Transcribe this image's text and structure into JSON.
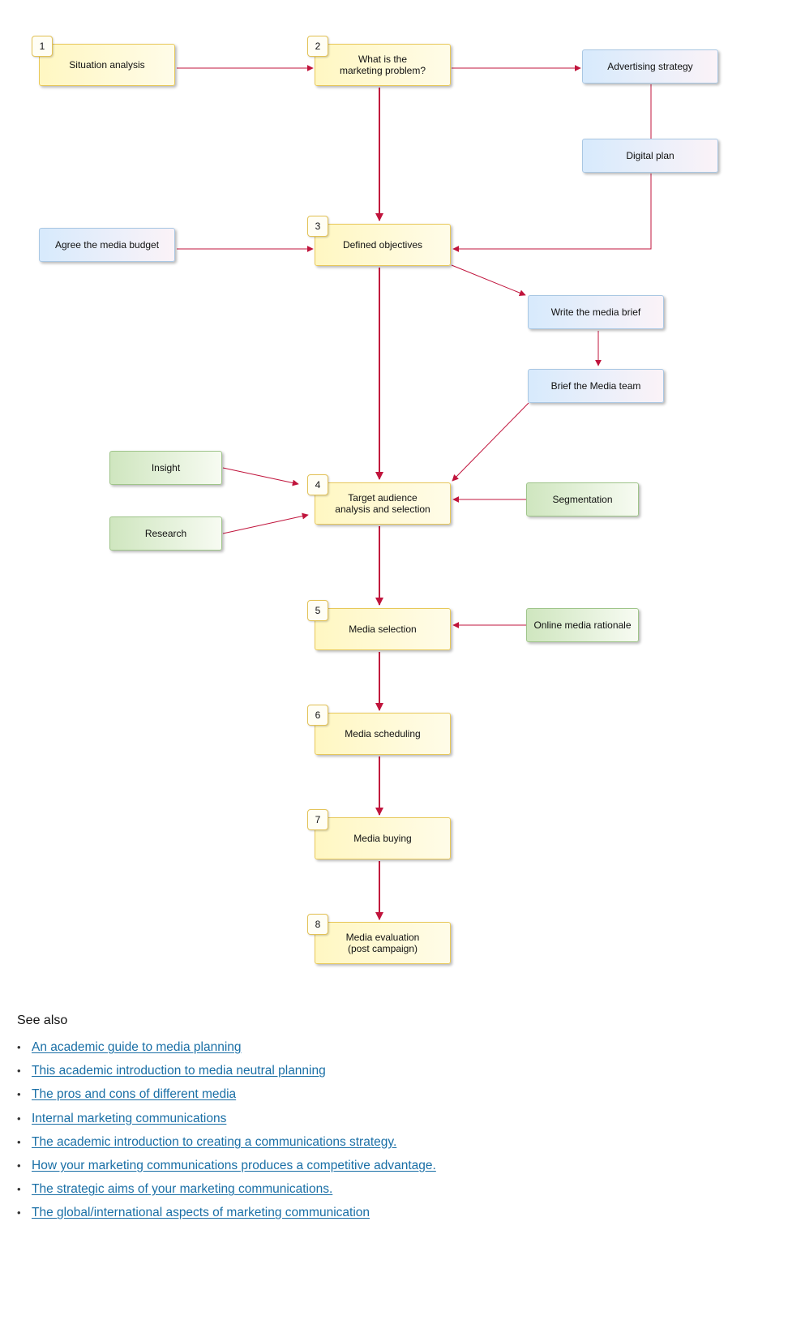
{
  "diagram": {
    "steps": [
      {
        "num": "1",
        "label": "Situation analysis"
      },
      {
        "num": "2",
        "label": "What is the\nmarketing problem?"
      },
      {
        "num": "3",
        "label": "Defined objectives"
      },
      {
        "num": "4",
        "label": "Target audience\nanalysis and selection"
      },
      {
        "num": "5",
        "label": "Media selection"
      },
      {
        "num": "6",
        "label": "Media scheduling"
      },
      {
        "num": "7",
        "label": "Media buying"
      },
      {
        "num": "8",
        "label": "Media evaluation\n(post campaign)"
      }
    ],
    "side_boxes": {
      "advertising_strategy": "Advertising strategy",
      "digital_plan": "Digital plan",
      "agree_budget": "Agree the media budget",
      "write_brief": "Write the media brief",
      "brief_team": "Brief the Media team",
      "insight": "Insight",
      "research": "Research",
      "segmentation": "Segmentation",
      "online_rationale": "Online media rationale"
    },
    "colors": {
      "arrow": "#c0143c",
      "yellow_border": "#e8c85a",
      "blue_border": "#a9c7e3",
      "green_border": "#9fc58a"
    }
  },
  "see_also": {
    "heading": "See also",
    "links": [
      "An academic guide to media planning",
      "This academic introduction to media neutral planning",
      "The pros and cons of different media",
      "Internal marketing communications",
      "The academic introduction to creating a communications strategy.",
      "How your marketing communications produces a competitive advantage.",
      "The strategic aims of your marketing communications.",
      "The global/international aspects of marketing communication"
    ]
  }
}
